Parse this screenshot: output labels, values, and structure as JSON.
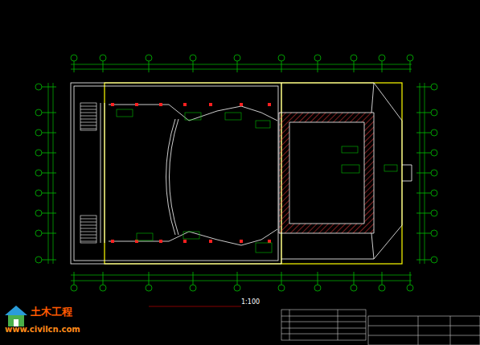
{
  "diagram": {
    "labels": [
      "1:100",
      "土木工程",
      "www.civilcn.com"
    ]
  }
}
